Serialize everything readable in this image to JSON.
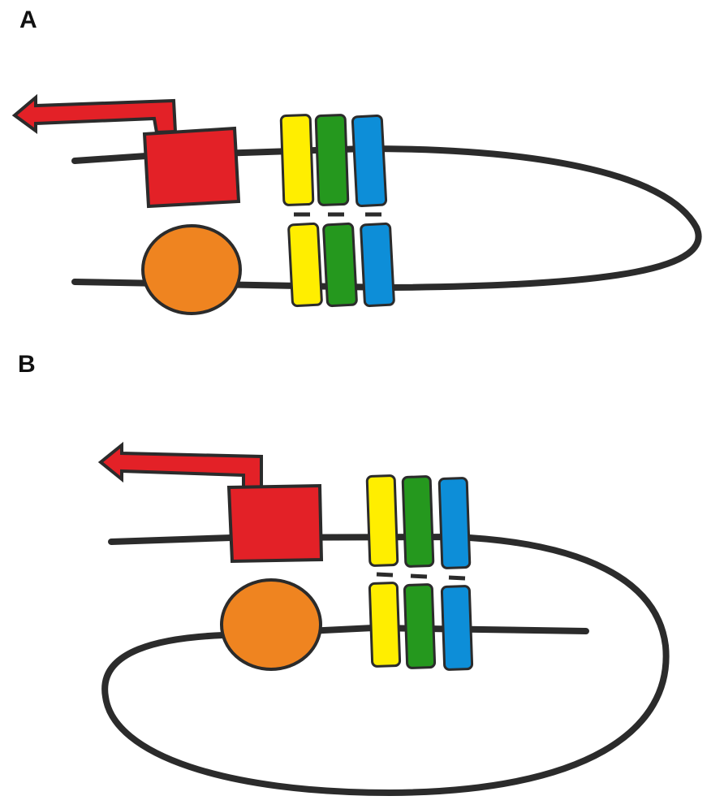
{
  "panels": [
    {
      "id": "A",
      "label": "A"
    },
    {
      "id": "B",
      "label": "B"
    }
  ],
  "colors": {
    "strand": "#2b2b2b",
    "arrow": "#e32127",
    "square": "#e32127",
    "circle": "#ef8420",
    "bar_yellow": "#ffee00",
    "bar_green": "#25981e",
    "bar_blue": "#0d8ed8"
  },
  "icons": {
    "arrow": "transcription-start-arrow",
    "square": "red-square-element",
    "circle": "orange-circle-element",
    "bars": [
      "yellow-bar",
      "green-bar",
      "blue-bar"
    ]
  }
}
